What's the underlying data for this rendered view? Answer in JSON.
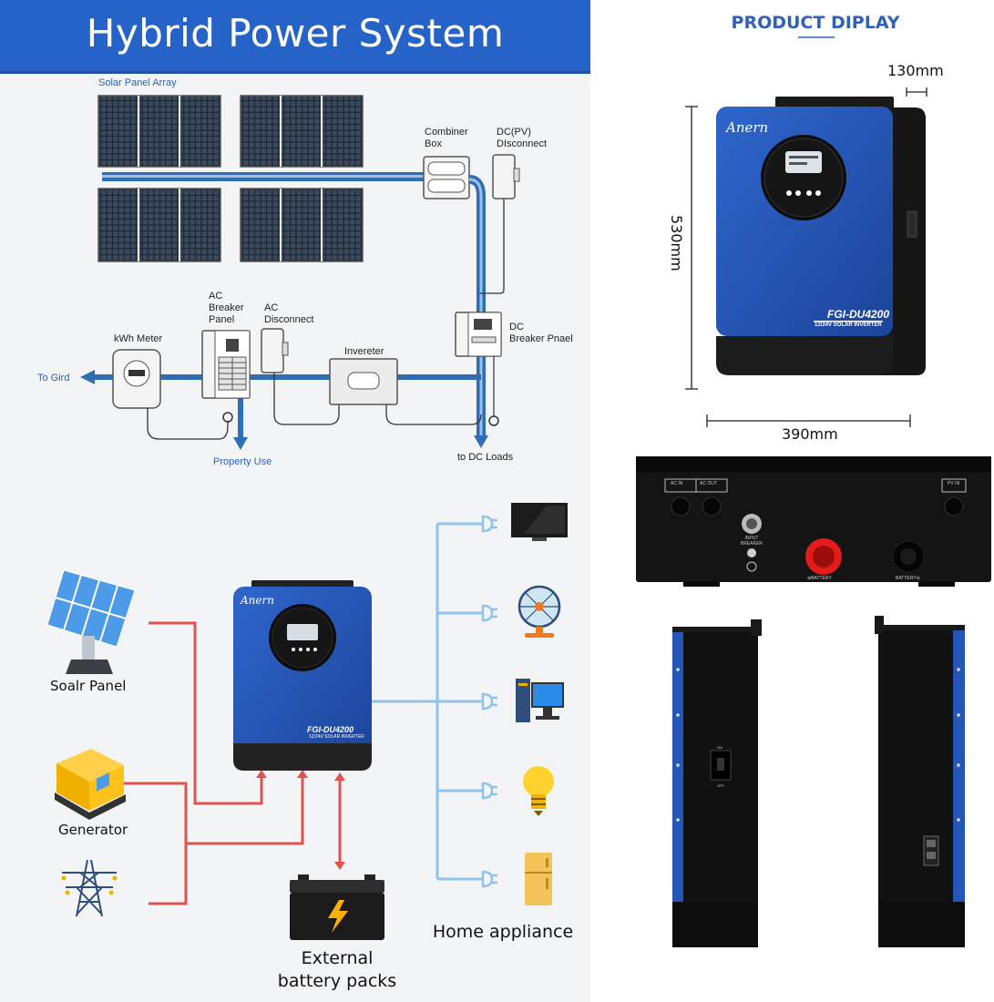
{
  "banner": {
    "title": "Hybrid Power System"
  },
  "system_diagram": {
    "solar_array_label": "Solar Panel Array",
    "combiner_box_label": "Combiner\nBox",
    "dc_pv_disconnect_label": "DC(PV)\nDIsconnect",
    "ac_breaker_panel_label": "AC\nBreaker\nPanel",
    "ac_disconnect_label": "AC\nDisconnect",
    "kwh_meter_label": "kWh Meter",
    "inverter_label": "Invereter",
    "dc_breaker_panel_label": "DC\nBreaker Pnael",
    "to_grid_label": "To Gird",
    "property_use_label": "Property Use",
    "dc_loads_label": "to DC Loads"
  },
  "connection_diagram": {
    "solar_panel_label": "Soalr Panel",
    "generator_label": "Generator",
    "battery_label": "External\nbattery packs",
    "home_appliance_label": "Home appliance",
    "inverter_brand": "Anern",
    "inverter_model": "FGI-DU4200",
    "inverter_subtitle": "12/24V SOLAR INVERTER"
  },
  "product_display": {
    "title": "PRODUCT DIPLAY",
    "depth": "130mm",
    "height": "530mm",
    "width": "390mm",
    "brand": "Anern",
    "model": "FGI-DU4200",
    "subtitle": "12/24V SOLAR INVERTER",
    "bottom_labels": {
      "ac_in": "AC IN",
      "ac_out": "AC OUT",
      "pv_in": "PV IN",
      "input_breaker": "INPUT\nBREAKER",
      "battery_pos": "⊕BATTERY",
      "battery_neg": "BATTERY⊖",
      "switch_on": "ON",
      "switch_off": "OFF"
    }
  },
  "colors": {
    "banner_blue": "#2563c9",
    "wire_blue": "#2f6db5",
    "power_red": "#e0524f",
    "appliance_line": "#8fc3ea",
    "inverter_blue": "#2456b8"
  }
}
